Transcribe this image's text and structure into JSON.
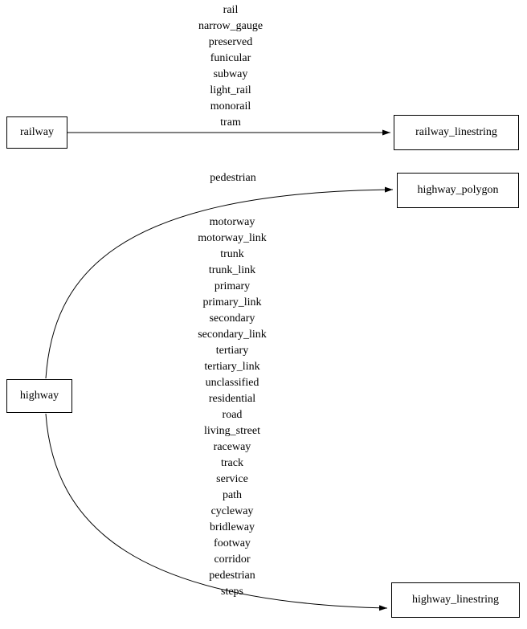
{
  "diagram": {
    "colors": {
      "stroke": "#000000",
      "background": "#ffffff",
      "text": "#000000"
    },
    "nodes": {
      "railway": {
        "label": "railway"
      },
      "railway_linestring": {
        "label": "railway_linestring"
      },
      "highway": {
        "label": "highway"
      },
      "highway_polygon": {
        "label": "highway_polygon"
      },
      "highway_linestring": {
        "label": "highway_linestring"
      }
    },
    "edges": {
      "railway_to_linestring": {
        "from": "railway",
        "to": "railway_linestring",
        "label": "rail\nnarrow_gauge\npreserved\nfunicular\nsubway\nlight_rail\nmonorail\ntram"
      },
      "highway_to_polygon": {
        "from": "highway",
        "to": "highway_polygon",
        "label": "pedestrian"
      },
      "highway_to_linestring": {
        "from": "highway",
        "to": "highway_linestring",
        "label": "motorway\nmotorway_link\ntrunk\ntrunk_link\nprimary\nprimary_link\nsecondary\nsecondary_link\ntertiary\ntertiary_link\nunclassified\nresidential\nroad\nliving_street\nraceway\ntrack\nservice\npath\ncycleway\nbridleway\nfootway\ncorridor\npedestrian\nsteps"
      }
    }
  }
}
